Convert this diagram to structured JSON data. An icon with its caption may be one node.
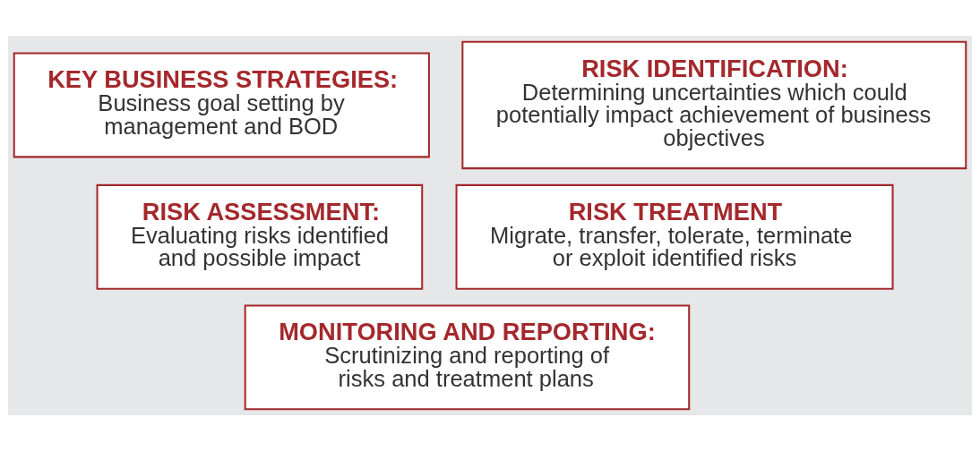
{
  "diagram": {
    "nodes": [
      {
        "text": [
          "KEY BUSINESS STRATEGIES:",
          "Business goal setting by management and BOD"
        ]
      },
      {
        "text": [
          "RISK IDENTIFICATION:",
          "Determining uncertainties which could potentially impact achievement of business objectives"
        ]
      },
      {
        "text": [
          "RISK ASSESSMENT:",
          "Evaluating risks identified and possible impact"
        ]
      },
      {
        "text": [
          "RISK TREATMENT",
          "Migrate, transfer, tolerate, terminate or exploit identified risks"
        ]
      },
      {
        "text": [
          "MONITORING AND REPORTING:",
          "Scrutinizing and reporting of risks and treatment plans"
        ]
      }
    ]
  }
}
